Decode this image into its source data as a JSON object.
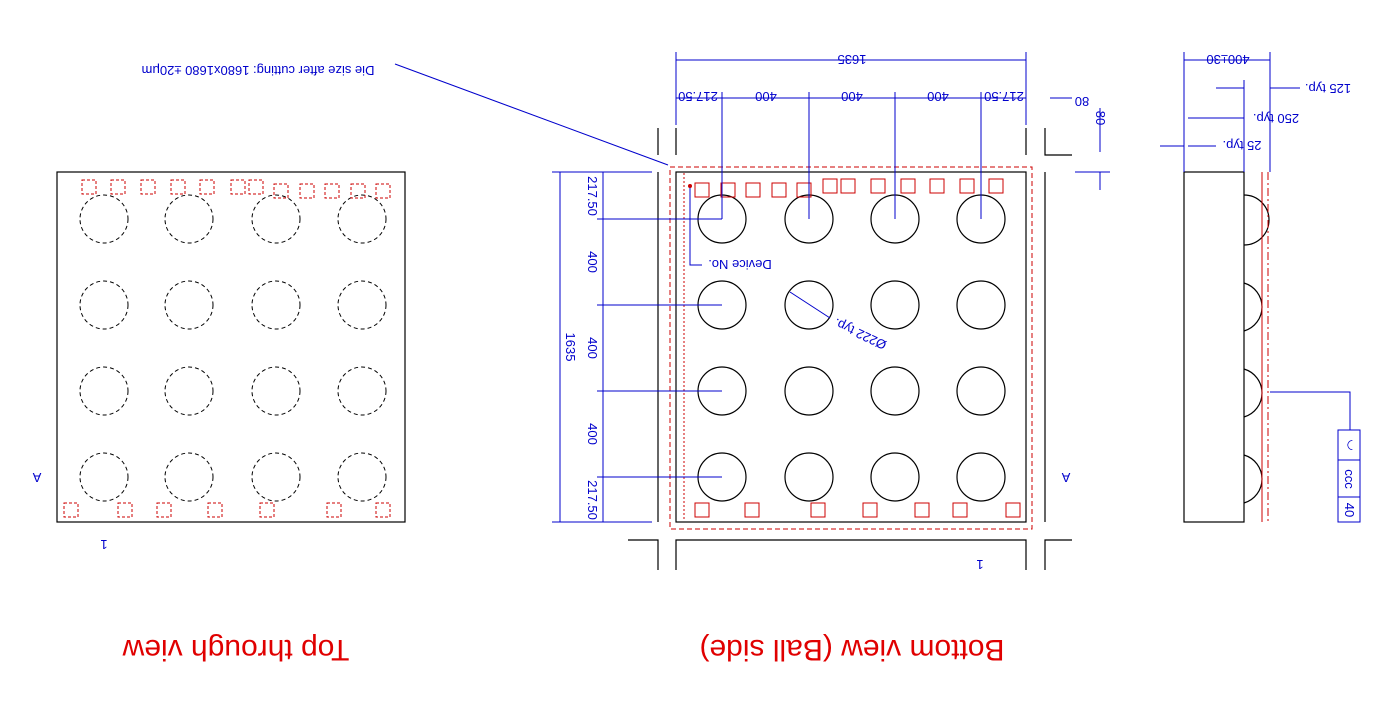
{
  "figure": {
    "die_size_note": "Die size after cutting: 1680x1680 ±20μm",
    "device_no_label": "Device No.",
    "ball_dia_label": "Ø222 typ.",
    "overall_width": "1635",
    "overall_height": "1635",
    "pitch_top": [
      "217.50",
      "400",
      "400",
      "400",
      "217.50"
    ],
    "pitch_left": [
      "217.50",
      "400",
      "400",
      "400",
      "217.50"
    ],
    "corner_dim_h": "80",
    "corner_dim_v": "80",
    "section_mark": "A",
    "pin1_mark": "1",
    "side_total": "400±30",
    "side_125": "125 typ.",
    "side_250": "250 typ.",
    "side_25": "25 typ.",
    "fcf_symbol": "◡",
    "fcf_ccc": "ccc",
    "fcf_value": "40",
    "view_top": "Top through view",
    "view_bottom": "Bottom view (Ball side)"
  }
}
